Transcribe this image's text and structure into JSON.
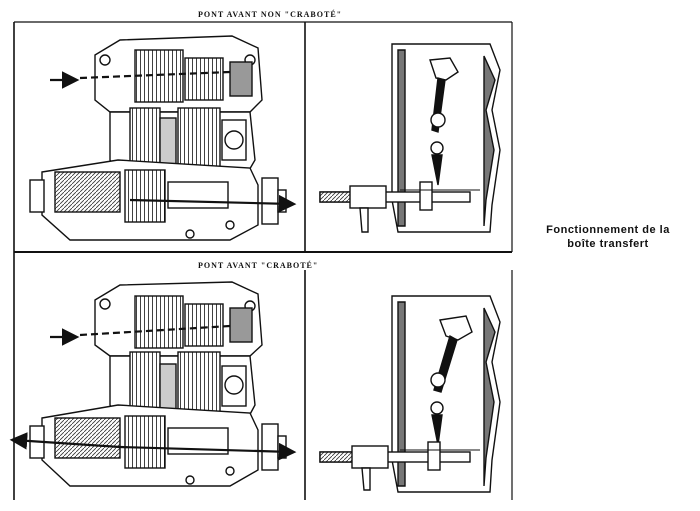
{
  "panels": {
    "top_title": "PONT AVANT NON \"CRABOTÉ\"",
    "bottom_title": "PONT AVANT \"CRABOTÉ\""
  },
  "caption": {
    "line1": "Fonctionnement de la",
    "line2": "boîte transfert"
  },
  "colors": {
    "ink": "#111111",
    "paper": "#ffffff",
    "shade": "#777777"
  }
}
